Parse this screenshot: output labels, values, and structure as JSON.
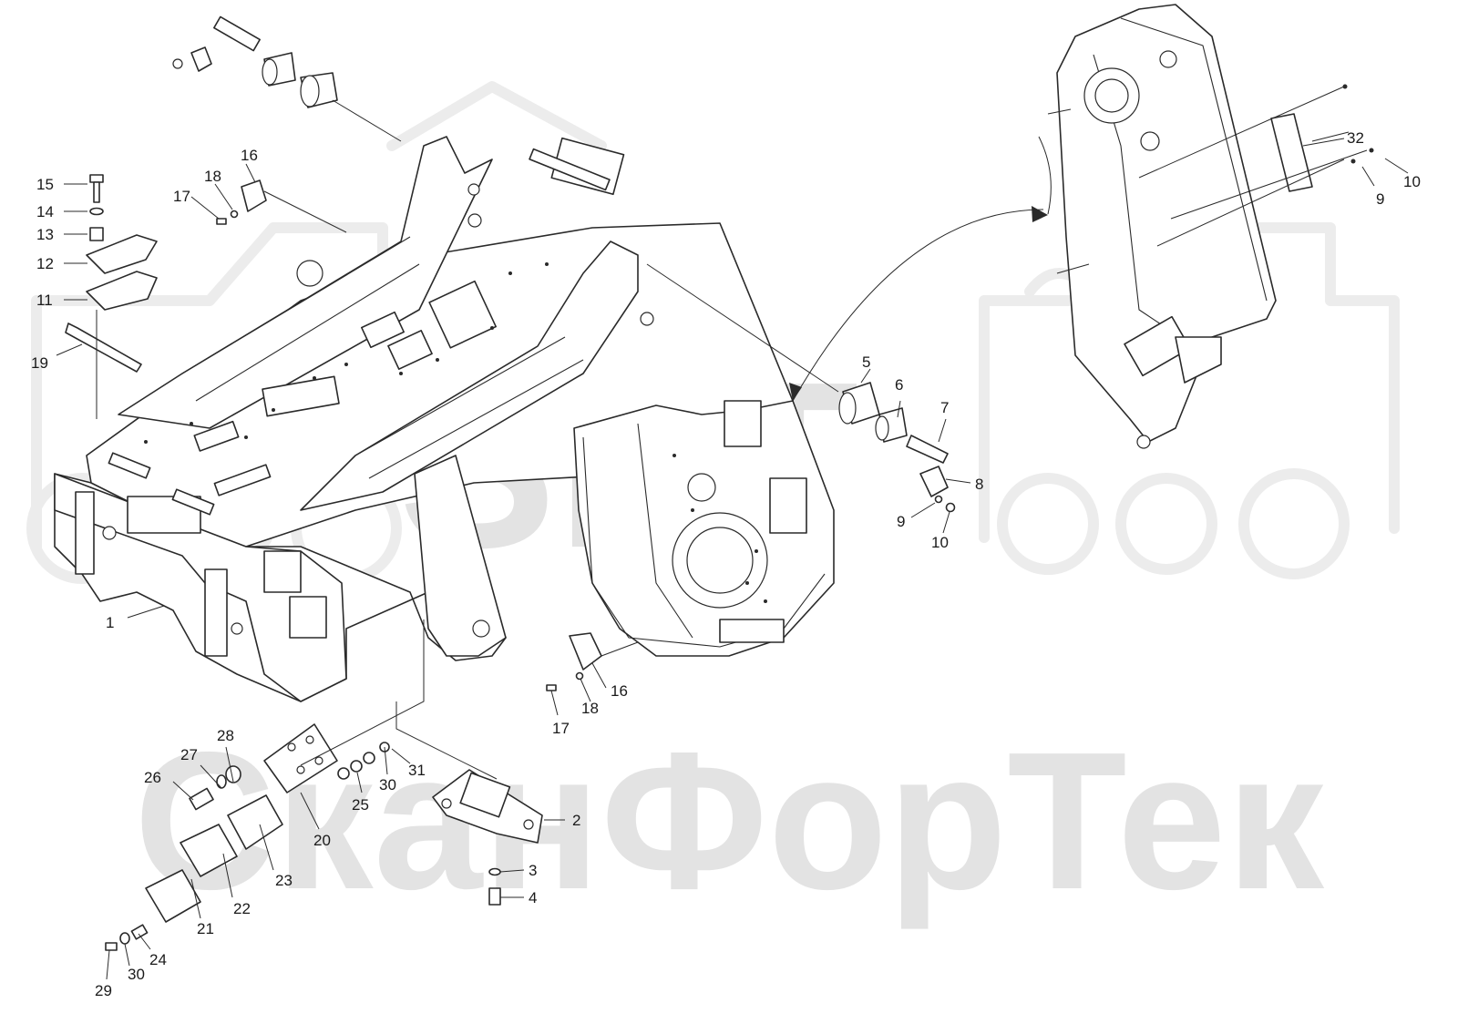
{
  "watermark": {
    "logo_text": "SET",
    "brand_text": "СканФорТек"
  },
  "callouts": {
    "c1": "1",
    "c2": "2",
    "c3": "3",
    "c4": "4",
    "c5": "5",
    "c6": "6",
    "c7": "7",
    "c8": "8",
    "c9a": "9",
    "c9b": "9",
    "c10a": "10",
    "c10b": "10",
    "c11": "11",
    "c12": "12",
    "c13": "13",
    "c14": "14",
    "c15": "15",
    "c16a": "16",
    "c16b": "16",
    "c17a": "17",
    "c17b": "17",
    "c18a": "18",
    "c18b": "18",
    "c19": "19",
    "c20": "20",
    "c21": "21",
    "c22": "22",
    "c23": "23",
    "c24": "24",
    "c25": "25",
    "c26": "26",
    "c27": "27",
    "c28": "28",
    "c29": "29",
    "c30a": "30",
    "c30b": "30",
    "c31": "31",
    "c32": "32"
  },
  "colors": {
    "line": "#2a2a2a",
    "watermark": "#e3e3e3",
    "background": "#ffffff"
  }
}
